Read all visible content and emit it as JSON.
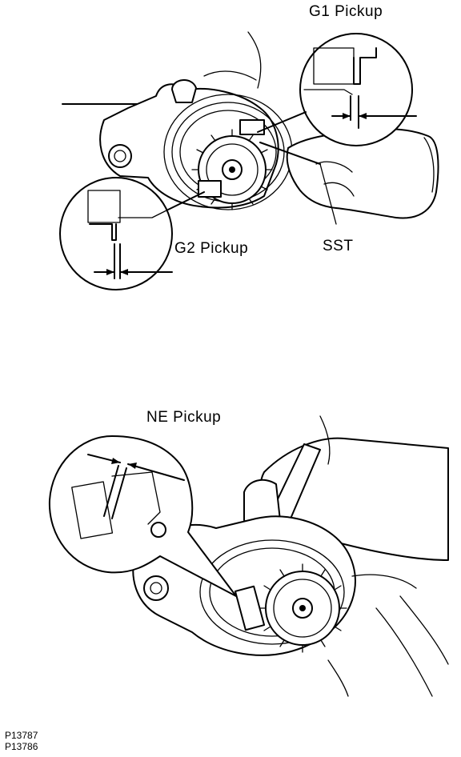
{
  "figure": {
    "top": {
      "labels": {
        "g1_pickup": "G1 Pickup",
        "g2_pickup": "G2 Pickup",
        "sst": "SST"
      }
    },
    "bottom": {
      "labels": {
        "ne_pickup": "NE Pickup"
      }
    },
    "reference_codes": [
      "P13787",
      "P13786"
    ]
  }
}
